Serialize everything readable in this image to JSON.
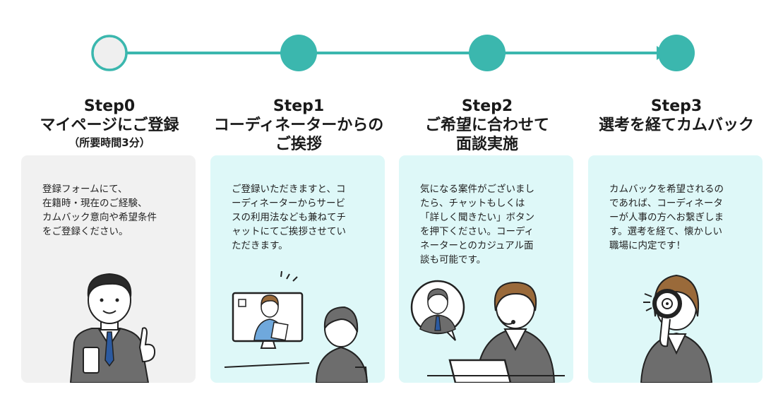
{
  "colors": {
    "accent": "#3bb7ae",
    "start_node_fill": "#efefef",
    "card_gray": "#f1f1f1",
    "card_teal": "#def8f8"
  },
  "steps": [
    {
      "name": "Step0",
      "title_lines": [
        "マイページにご登録"
      ],
      "subtitle": "（所要時間3分）",
      "description": "登録フォームにて、\n在籍時・現在のご経験、\nカムバック意向や希望条件\nをご登録ください。"
    },
    {
      "name": "Step1",
      "title_lines": [
        "コーディネーターからの",
        "ご挨拶"
      ],
      "description": "ご登録いただきますと、コ\nーディネーターからサービ\nスの利用法なども兼ねてチ\nャットにてご挨拶させてい\nただきます。"
    },
    {
      "name": "Step2",
      "title_lines": [
        "ご希望に合わせて",
        "面談実施"
      ],
      "description": "気になる案件がございまし\nたら、チャットもしくは\n「詳しく聞きたい」ボタン\nを押下ください。コーディ\nネーターとのカジュアル面\n談も可能です。"
    },
    {
      "name": "Step3",
      "title_lines": [
        "選考を経てカムバック"
      ],
      "description": "カムバックを希望されるの\nであれば、コーディネータ\nーが人事の方へお繋ぎしま\nす。選考を経て、懐かしい\n職場に内定です！"
    }
  ]
}
